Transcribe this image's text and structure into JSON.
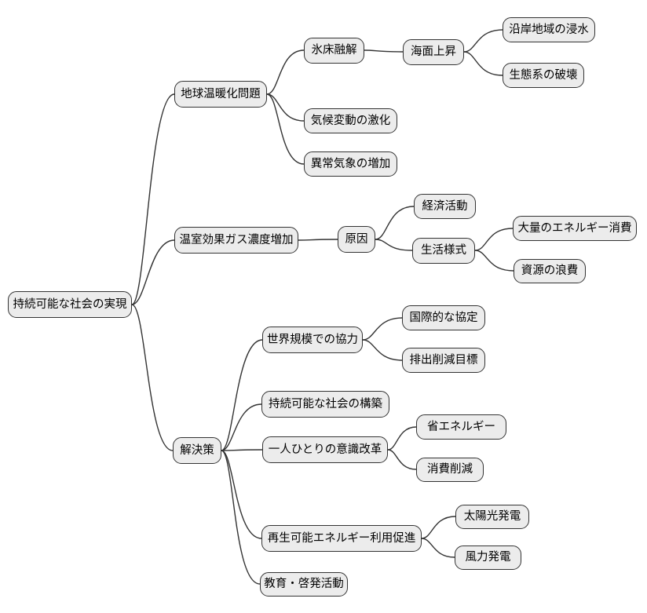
{
  "mindmap": {
    "root": {
      "label": "持続可能な社会の実現",
      "children": [
        {
          "label": "地球温暖化問題",
          "children": [
            {
              "label": "氷床融解",
              "children": [
                {
                  "label": "海面上昇",
                  "children": [
                    {
                      "label": "沿岸地域の浸水"
                    },
                    {
                      "label": "生態系の破壊"
                    }
                  ]
                }
              ]
            },
            {
              "label": "気候変動の激化"
            },
            {
              "label": "異常気象の増加"
            }
          ]
        },
        {
          "label": "温室効果ガス濃度増加",
          "children": [
            {
              "label": "原因",
              "children": [
                {
                  "label": "経済活動"
                },
                {
                  "label": "生活様式",
                  "children": [
                    {
                      "label": "大量のエネルギー消費"
                    },
                    {
                      "label": "資源の浪費"
                    }
                  ]
                }
              ]
            }
          ]
        },
        {
          "label": "解決策",
          "children": [
            {
              "label": "世界規模での協力",
              "children": [
                {
                  "label": "国際的な協定"
                },
                {
                  "label": "排出削減目標"
                }
              ]
            },
            {
              "label": "持続可能な社会の構築"
            },
            {
              "label": "一人ひとりの意識改革",
              "children": [
                {
                  "label": "省エネルギー"
                },
                {
                  "label": "消費削減"
                }
              ]
            },
            {
              "label": "再生可能エネルギー利用促進",
              "children": [
                {
                  "label": "太陽光発電"
                },
                {
                  "label": "風力発電"
                }
              ]
            },
            {
              "label": "教育・啓発活動"
            }
          ]
        }
      ]
    }
  },
  "style": {
    "background": "#ffffff",
    "node_fill": "#ececec",
    "node_border": "#333333",
    "edge_color": "#333333",
    "text_color": "#000000"
  }
}
